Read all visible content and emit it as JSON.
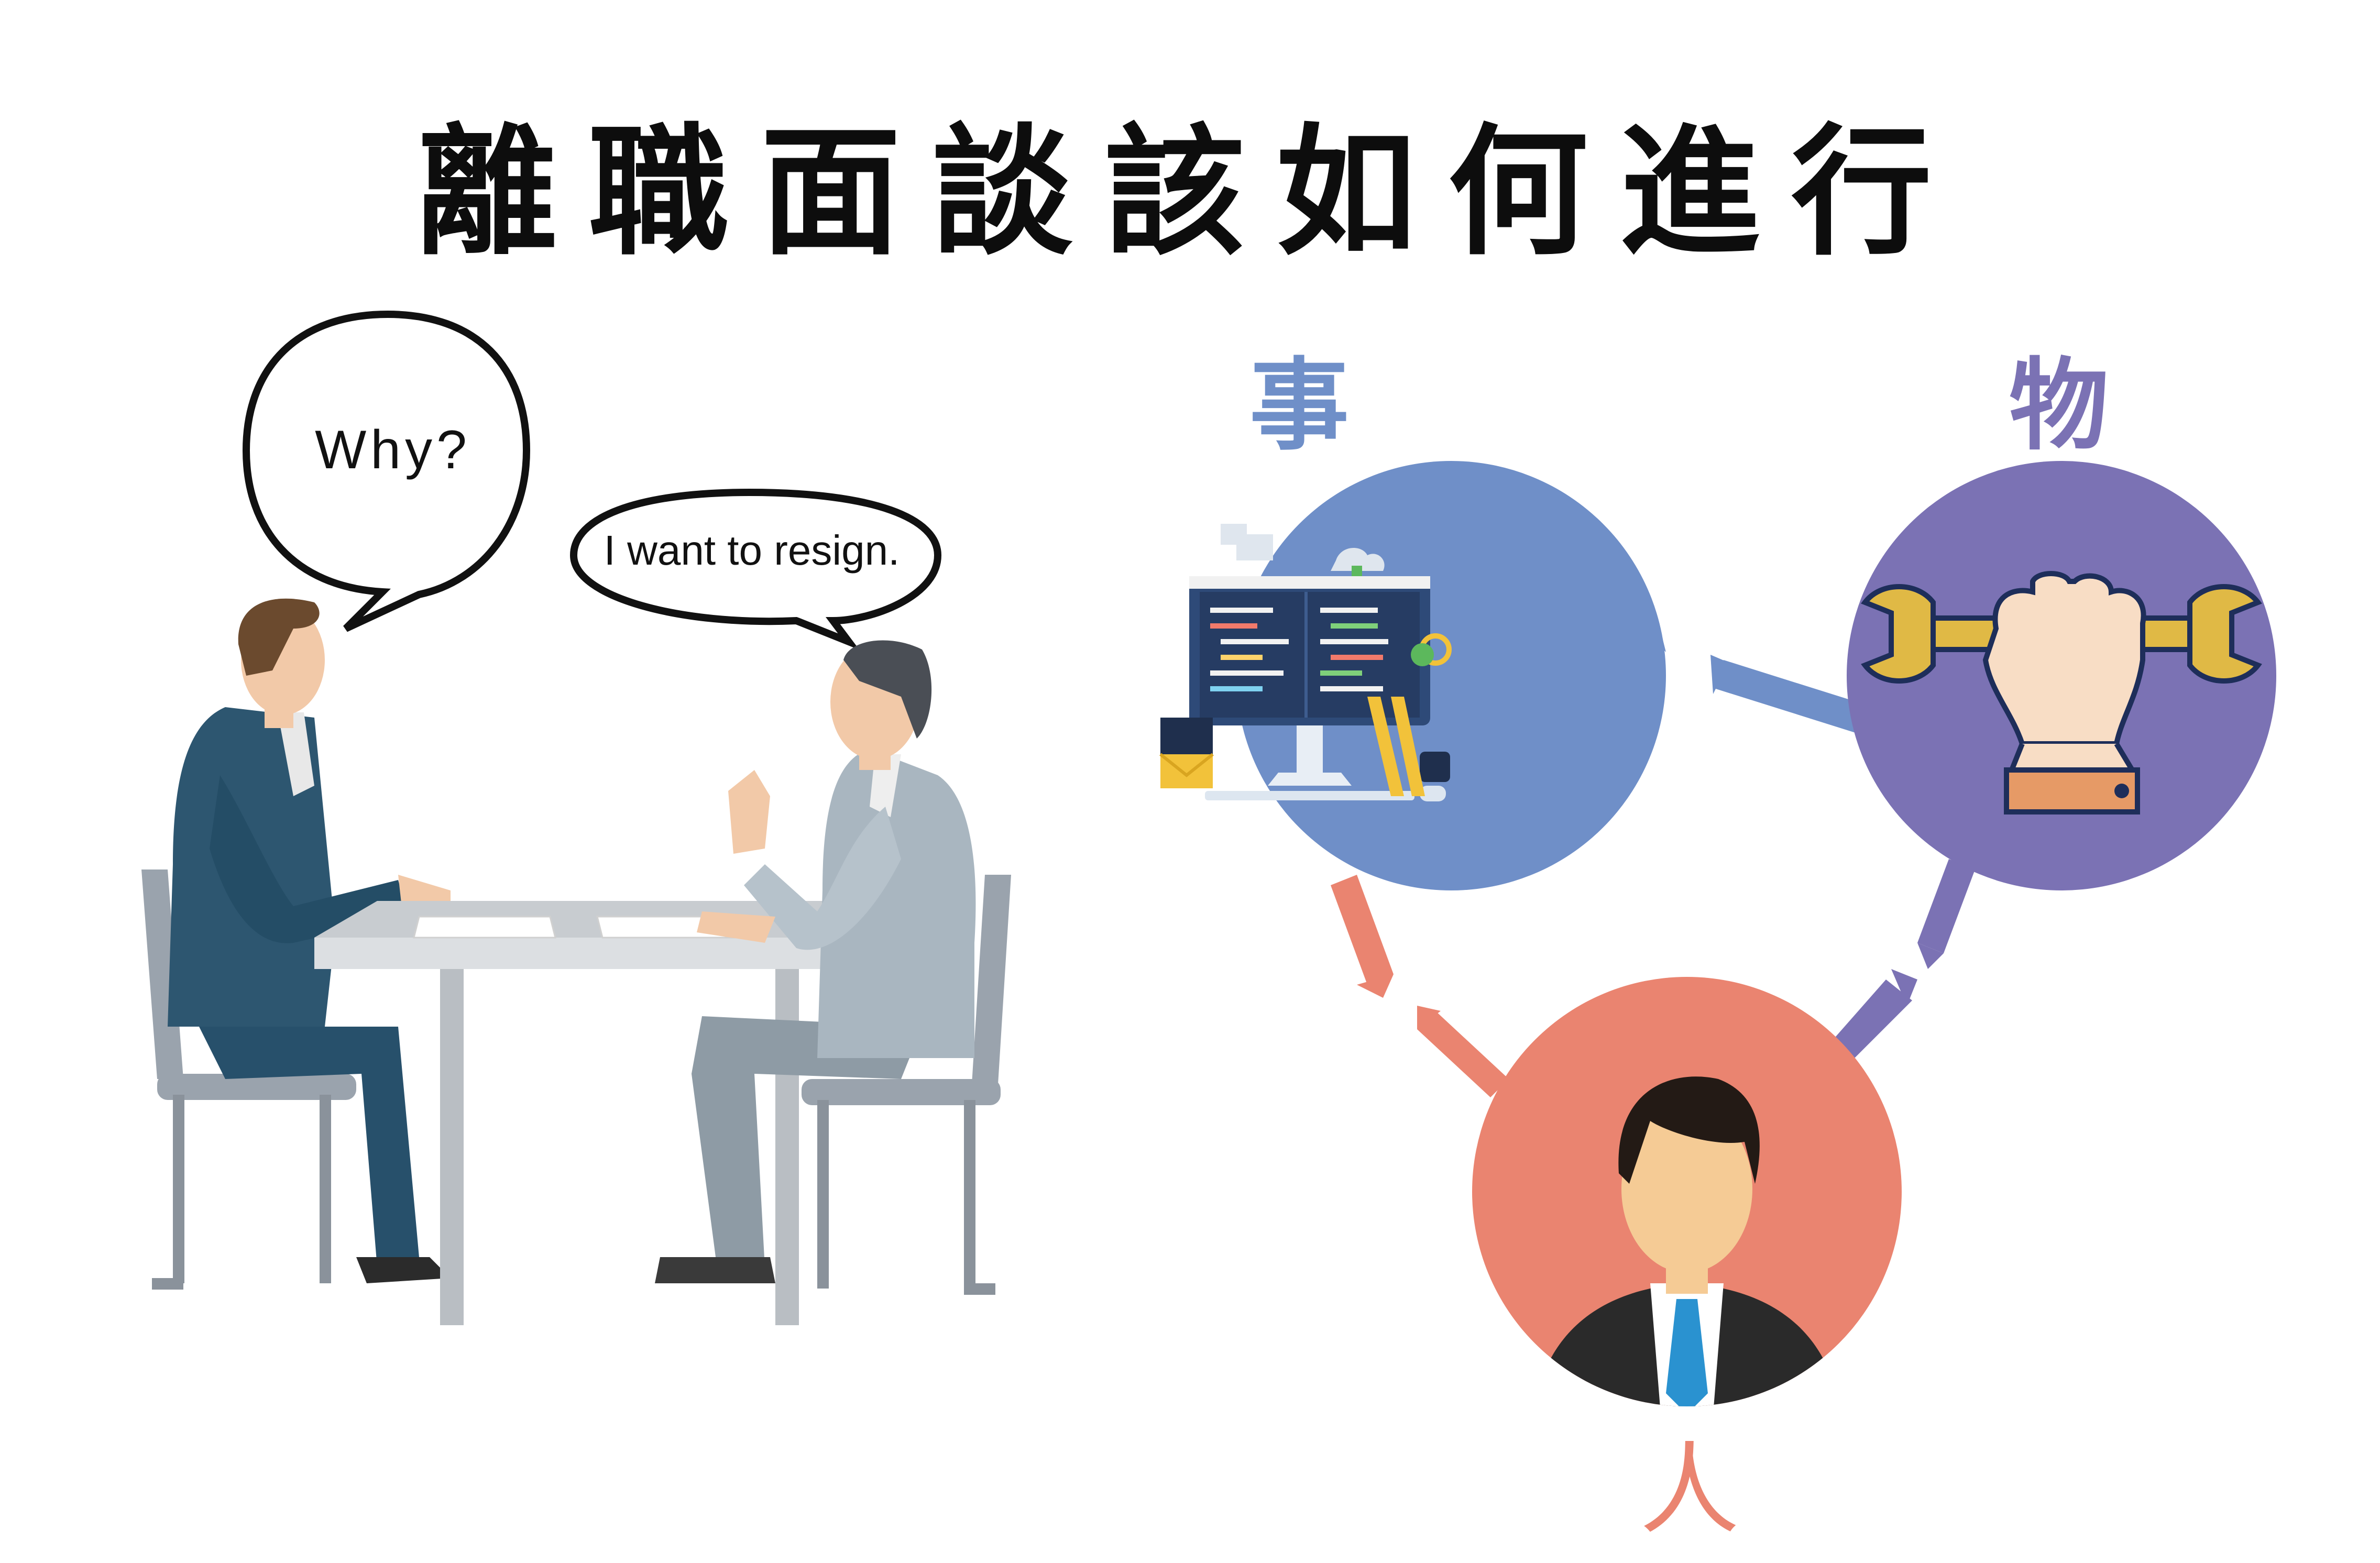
{
  "title": "離職面談該如何進行",
  "dialogue": {
    "interviewer_speech": "Why?",
    "employee_speech": "I want to resign."
  },
  "diagram": {
    "nodes": [
      {
        "id": "shi",
        "label": "事",
        "color": "#6f8fc8"
      },
      {
        "id": "wu",
        "label": "物",
        "color": "#7b72b4"
      },
      {
        "id": "ren",
        "label": "人",
        "color": "#ea8470"
      }
    ]
  },
  "icons": [
    "computer-code-icon",
    "wrench-fist-icon",
    "businessman-avatar-icon"
  ]
}
